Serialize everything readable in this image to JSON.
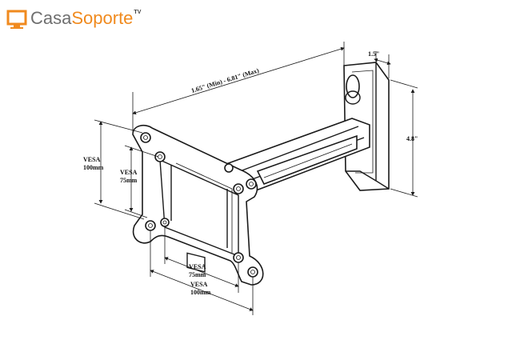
{
  "logo": {
    "casa": "Casa",
    "soporte": "Soporte",
    "tv": "TV",
    "accent_color": "#f08a1e",
    "text_color": "#6f6f6f",
    "icon": "monitor-icon"
  },
  "dimensions": {
    "arm_length": "1.65\" (Min) - 6.81\" (Max)",
    "depth": "1.5\"",
    "height": "4.8\"",
    "vesa_label": "VESA",
    "vesa_100_vertical": "100mm",
    "vesa_75_vertical": "75mm",
    "vesa_75_horizontal": "75mm",
    "vesa_100_horizontal": "100mm"
  }
}
